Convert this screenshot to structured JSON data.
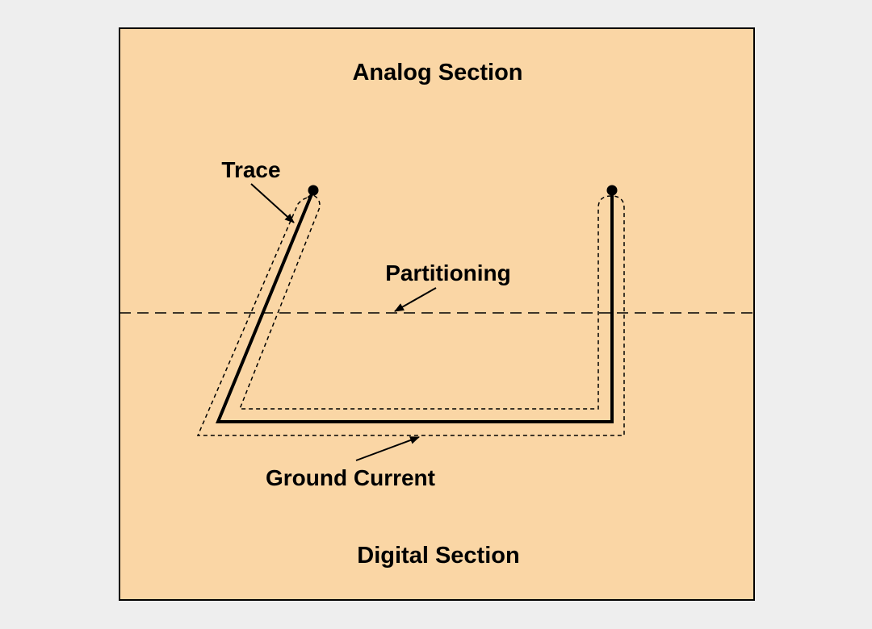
{
  "colors": {
    "page_background": "#eeeeee",
    "board_fill": "#fad6a5",
    "ink": "#000000"
  },
  "labels": {
    "analog_section": "Analog Section",
    "digital_section": "Digital Section",
    "trace": "Trace",
    "partitioning": "Partitioning",
    "ground_current": "Ground Current"
  }
}
